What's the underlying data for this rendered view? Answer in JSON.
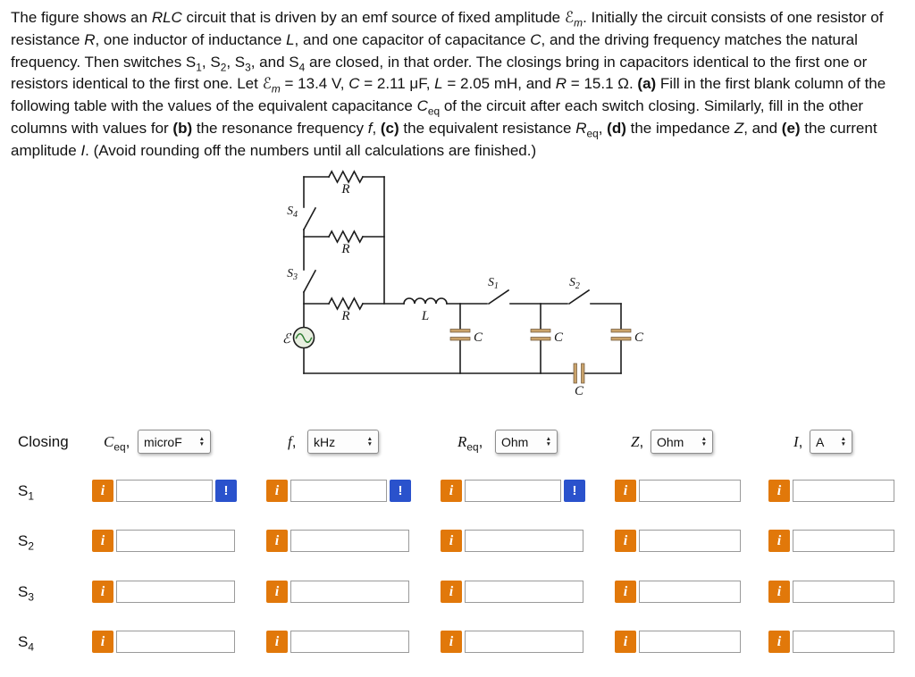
{
  "problem": {
    "segments": [
      {
        "t": "The figure shows an "
      },
      {
        "t": "RLC",
        "i": true
      },
      {
        "t": " circuit that is driven by an emf source of fixed amplitude "
      },
      {
        "t": "ℰ",
        "i": true
      },
      {
        "t": "m",
        "i": true,
        "sub": true
      },
      {
        "t": ". Initially the circuit consists of one resistor of resistance "
      },
      {
        "t": "R",
        "i": true
      },
      {
        "t": ", one inductor of inductance "
      },
      {
        "t": "L",
        "i": true
      },
      {
        "t": ", and one capacitor of capacitance "
      },
      {
        "t": "C",
        "i": true
      },
      {
        "t": ", and the driving frequency matches the natural frequency. Then switches S"
      },
      {
        "t": "1",
        "sub": true
      },
      {
        "t": ", S"
      },
      {
        "t": "2",
        "sub": true
      },
      {
        "t": ", S"
      },
      {
        "t": "3",
        "sub": true
      },
      {
        "t": ", and S"
      },
      {
        "t": "4",
        "sub": true
      },
      {
        "t": " are closed, in that order. The closings bring in capacitors identical to the first one or resistors identical to the first one. Let "
      },
      {
        "t": "ℰ",
        "i": true
      },
      {
        "t": "m",
        "i": true,
        "sub": true
      },
      {
        "t": " = 13.4 V, "
      },
      {
        "t": "C",
        "i": true
      },
      {
        "t": " = 2.11 μF, "
      },
      {
        "t": "L",
        "i": true
      },
      {
        "t": " = 2.05 mH, and "
      },
      {
        "t": "R",
        "i": true
      },
      {
        "t": " = 15.1 Ω. "
      },
      {
        "t": "(a)",
        "b": true
      },
      {
        "t": " Fill in the first blank column of the following table with the values of the equivalent capacitance "
      },
      {
        "t": "C",
        "i": true
      },
      {
        "t": "eq",
        "sub": true
      },
      {
        "t": " of the circuit after each switch closing. Similarly, fill in the other columns with values for "
      },
      {
        "t": "(b)",
        "b": true
      },
      {
        "t": " the resonance frequency "
      },
      {
        "t": "f",
        "i": true
      },
      {
        "t": ", "
      },
      {
        "t": "(c)",
        "b": true
      },
      {
        "t": " the equivalent resistance "
      },
      {
        "t": "R",
        "i": true
      },
      {
        "t": "eq",
        "sub": true
      },
      {
        "t": ", "
      },
      {
        "t": "(d)",
        "b": true
      },
      {
        "t": " the impedance "
      },
      {
        "t": "Z",
        "i": true
      },
      {
        "t": ", and "
      },
      {
        "t": "(e)",
        "b": true
      },
      {
        "t": " the current amplitude "
      },
      {
        "t": "I",
        "i": true
      },
      {
        "t": ". (Avoid rounding off the numbers until all calculations are finished.)"
      }
    ]
  },
  "circuit": {
    "emf_label": "ℰ",
    "resistor_labels": [
      "R",
      "R",
      "R"
    ],
    "inductor_label": "L",
    "capacitor_labels": [
      "C",
      "C",
      "C",
      "C"
    ],
    "switches": [
      {
        "label": "S",
        "subscript": "4"
      },
      {
        "label": "S",
        "subscript": "3"
      },
      {
        "label": "S",
        "subscript": "1"
      },
      {
        "label": "S",
        "subscript": "2"
      }
    ]
  },
  "table": {
    "header": "Closing",
    "columns": [
      {
        "variable": "C",
        "subscript": "eq",
        "suffix": ",",
        "unit": "microF"
      },
      {
        "variable": "f",
        "subscript": "",
        "suffix": ",",
        "unit": "kHz"
      },
      {
        "variable": "R",
        "subscript": "eq",
        "suffix": ",",
        "unit": "Ohm"
      },
      {
        "variable": "Z",
        "subscript": "",
        "suffix": ",",
        "unit": "Ohm"
      },
      {
        "variable": "I",
        "subscript": "",
        "suffix": ",",
        "unit": "A"
      }
    ],
    "rows": [
      {
        "label": "S",
        "subscript": "1",
        "alert_columns": [
          true,
          true,
          true,
          false,
          false
        ]
      },
      {
        "label": "S",
        "subscript": "2",
        "alert_columns": [
          false,
          false,
          false,
          false,
          false
        ]
      },
      {
        "label": "S",
        "subscript": "3",
        "alert_columns": [
          false,
          false,
          false,
          false,
          false
        ]
      },
      {
        "label": "S",
        "subscript": "4",
        "alert_columns": [
          false,
          false,
          false,
          false,
          false
        ]
      }
    ],
    "info_button_label": "i",
    "alert_button_label": "!",
    "input_value": "",
    "colors": {
      "info_orange": "#E1780A",
      "alert_blue": "#2A52CC"
    }
  },
  "ui": {
    "arrow_up": "▲",
    "arrow_down": "▼"
  }
}
